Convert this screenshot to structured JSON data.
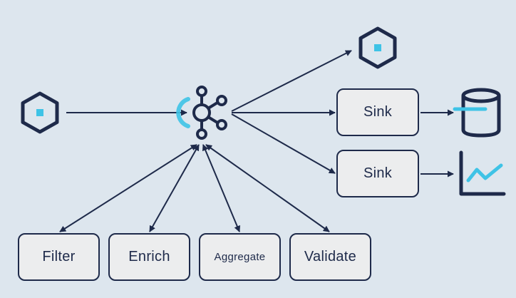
{
  "colors": {
    "background": "#dde6ee",
    "node_fill": "#ecedee",
    "stroke": "#1e2a4a",
    "accent": "#3ec3e6"
  },
  "icons": {
    "source": "hexagon-icon",
    "broker": "kafka-broker-icon",
    "output_top": "hexagon-icon",
    "database": "database-icon",
    "analytics": "line-chart-icon"
  },
  "sinks": [
    {
      "label": "Sink"
    },
    {
      "label": "Sink"
    }
  ],
  "processors": [
    {
      "label": "Filter"
    },
    {
      "label": "Enrich"
    },
    {
      "label": "Aggregate"
    },
    {
      "label": "Validate"
    }
  ]
}
